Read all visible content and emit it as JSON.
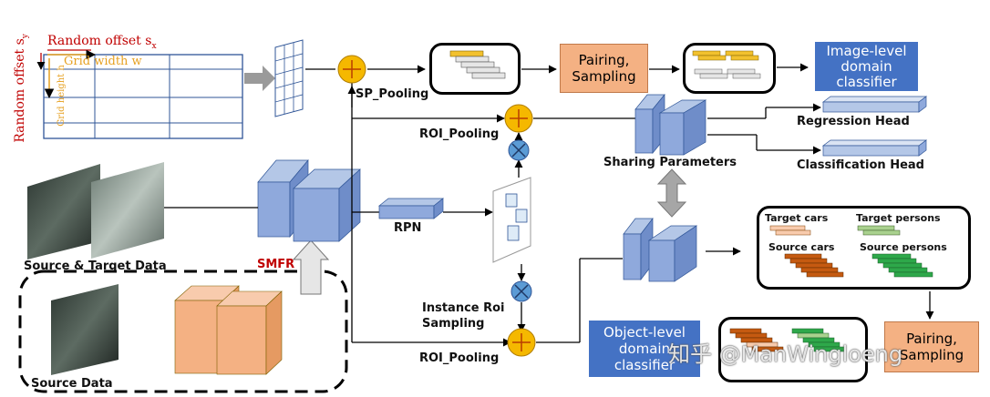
{
  "grid": {
    "random_offset_x": "Random offset s",
    "random_offset_x_sub": "x",
    "random_offset_y": "Random offset s",
    "random_offset_y_sub": "y",
    "grid_width": "Grid width w",
    "grid_height": "Grid height h"
  },
  "labels": {
    "sp_pooling": "SP_Pooling",
    "roi_pooling_top": "ROI_Pooling",
    "roi_pooling_bottom": "ROI_Pooling",
    "rpn": "RPN",
    "smfr": "SMFR",
    "source_target_data": "Source & Target Data",
    "source_data": "Source Data",
    "instance_roi_line1": "Instance Roi",
    "instance_roi_line2": "Sampling",
    "sharing_parameters": "Sharing Parameters",
    "regression_head": "Regression Head",
    "classification_head": "Classification Head",
    "target_cars": "Target cars",
    "target_persons": "Target persons",
    "source_cars": "Source cars",
    "source_persons": "Source persons"
  },
  "boxes": {
    "pairing_sampling_top": "Pairing,\nSampling",
    "pairing_sampling_bottom": "Pairing,\nSampling",
    "image_level_classifier": "Image-level\ndomain\nclassifier",
    "object_level_classifier": "Object-level\ndomain\nclassifier"
  },
  "watermark": "知乎 @ManWingloeng",
  "colors": {
    "classifier_blue": "#4472c4",
    "pairing_orange": "#f4b183",
    "feature_blue": "#8fa9dc",
    "add_circle": "#f5b800",
    "mult_circle": "#5b9bd5",
    "accent_red": "#c00000",
    "accent_orange": "#e6a020",
    "car_brown": "#c55a11",
    "person_green": "#2ea84a",
    "yellow_feat": "#f2c12e"
  }
}
